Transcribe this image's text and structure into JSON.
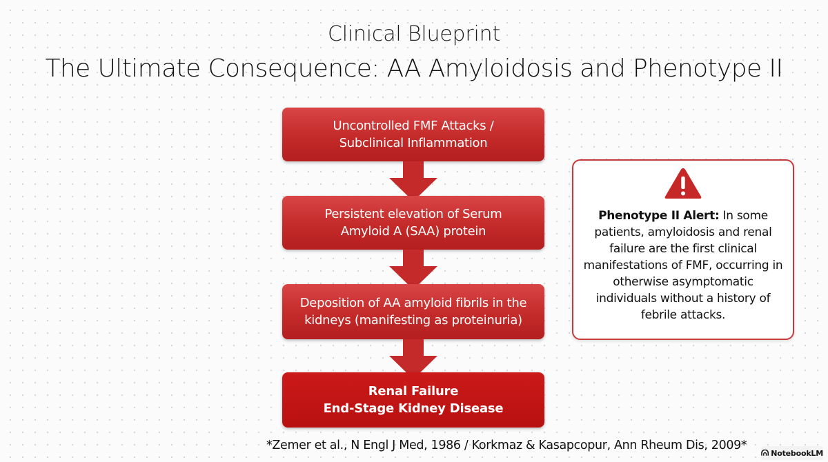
{
  "header": {
    "subtitle": "Clinical Blueprint",
    "title": "The Ultimate Consequence: AA Amyloidosis and Phenotype II"
  },
  "flow": {
    "steps": [
      {
        "line1": "Uncontrolled FMF Attacks /",
        "line2": "Subclinical Inflammation"
      },
      {
        "line1": "Persistent elevation of Serum",
        "line2": "Amyloid A (SAA) protein"
      },
      {
        "line1": "Deposition of AA amyloid fibrils in the",
        "line2": "kidneys (manifesting as proteinuria)"
      },
      {
        "line1": "Renal Failure",
        "line2": "End-Stage Kidney Disease"
      }
    ]
  },
  "alert": {
    "icon": "warning-triangle-icon",
    "lead": "Phenotype II Alert:",
    "body": " In some patients, amyloidosis and renal failure are the first clinical manifestations of FMF, occurring in otherwise asymptomatic individuals without a history of febrile attacks."
  },
  "footer": {
    "citation": "*Zemer et al., N Engl J Med, 1986 / Korkmaz & Kasapcopur, Ann Rheum Dis, 2009*",
    "badge_label": "NotebookLM"
  },
  "colors": {
    "box_red": "#c42a2a",
    "final_red": "#b81010",
    "arrow_red": "#c42a2a",
    "alert_border": "#c83a3a"
  }
}
